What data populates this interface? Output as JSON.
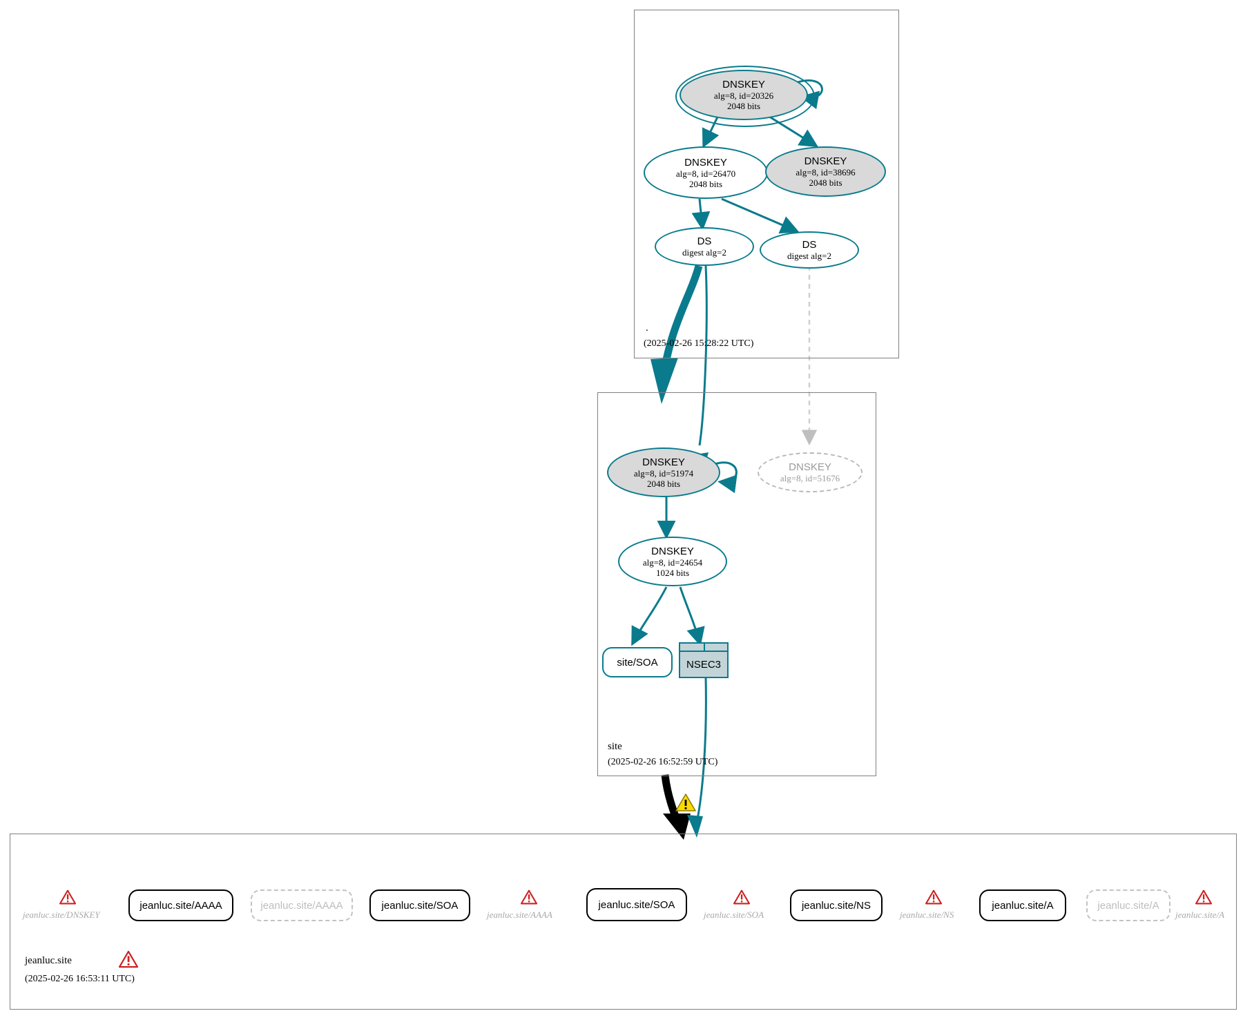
{
  "diagram": {
    "title": "DNSSEC authentication chain",
    "colors": {
      "teal": "#0a7b8c",
      "grey_fill": "#d9d9d9",
      "box_border": "#808080",
      "error_red": "#cc2222",
      "warn_yellow": "#ffd900",
      "muted": "#a8a8a8"
    }
  },
  "zones": [
    {
      "id": "root",
      "label": ".",
      "timestamp": "(2025-02-26 15:28:22 UTC)",
      "nodes": [
        {
          "id": "ksk20326",
          "kind": "dnskey",
          "title": "DNSKEY",
          "line2": "alg=8, id=20326",
          "line3": "2048 bits",
          "style": "double-ring filled",
          "self_signed": true
        },
        {
          "id": "zsk26470",
          "kind": "dnskey",
          "title": "DNSKEY",
          "line2": "alg=8, id=26470",
          "line3": "2048 bits",
          "style": "solid unfilled"
        },
        {
          "id": "key38696",
          "kind": "dnskey",
          "title": "DNSKEY",
          "line2": "alg=8, id=38696",
          "line3": "2048 bits",
          "style": "solid filled"
        },
        {
          "id": "ds_left",
          "kind": "ds",
          "title": "DS",
          "line2": "digest alg=2",
          "line3": "",
          "style": "solid unfilled"
        },
        {
          "id": "ds_right",
          "kind": "ds",
          "title": "DS",
          "line2": "digest alg=2",
          "line3": "",
          "style": "solid unfilled"
        }
      ]
    },
    {
      "id": "site",
      "label": "site",
      "timestamp": "(2025-02-26 16:52:59 UTC)",
      "nodes": [
        {
          "id": "ksk51974",
          "kind": "dnskey",
          "title": "DNSKEY",
          "line2": "alg=8, id=51974",
          "line3": "2048 bits",
          "style": "solid filled",
          "self_signed": true
        },
        {
          "id": "key51676",
          "kind": "dnskey",
          "title": "DNSKEY",
          "line2": "alg=8, id=51676",
          "line3": "",
          "style": "dashed greyed"
        },
        {
          "id": "zsk24654",
          "kind": "dnskey",
          "title": "DNSKEY",
          "line2": "alg=8, id=24654",
          "line3": "1024 bits",
          "style": "solid unfilled"
        },
        {
          "id": "site_soa",
          "kind": "rrset",
          "title": "site/SOA",
          "style": "rounded teal"
        },
        {
          "id": "site_nsec3",
          "kind": "nsec3",
          "title": "NSEC3",
          "style": "nsec3 box"
        }
      ]
    },
    {
      "id": "jeanluc",
      "label": "jeanluc.site",
      "timestamp": "(2025-02-26 16:53:11 UTC)",
      "status_icon": "warning-icon",
      "items": [
        {
          "id": "err_dnskey",
          "type": "error",
          "label": "jeanluc.site/DNSKEY",
          "icon": "error-icon"
        },
        {
          "id": "rr_aaaa_1",
          "type": "rrset",
          "label": "jeanluc.site/AAAA",
          "style": "solid"
        },
        {
          "id": "rr_aaaa_dashed",
          "type": "rrset",
          "label": "jeanluc.site/AAAA",
          "style": "dashed"
        },
        {
          "id": "rr_soa_1",
          "type": "rrset",
          "label": "jeanluc.site/SOA",
          "style": "solid"
        },
        {
          "id": "err_aaaa",
          "type": "error",
          "label": "jeanluc.site/AAAA",
          "icon": "error-icon"
        },
        {
          "id": "rr_soa_2",
          "type": "rrset",
          "label": "jeanluc.site/SOA",
          "style": "solid"
        },
        {
          "id": "err_soa",
          "type": "error",
          "label": "jeanluc.site/SOA",
          "icon": "error-icon"
        },
        {
          "id": "rr_ns",
          "type": "rrset",
          "label": "jeanluc.site/NS",
          "style": "solid"
        },
        {
          "id": "err_ns",
          "type": "error",
          "label": "jeanluc.site/NS",
          "icon": "error-icon"
        },
        {
          "id": "rr_a_1",
          "type": "rrset",
          "label": "jeanluc.site/A",
          "style": "solid"
        },
        {
          "id": "rr_a_dashed",
          "type": "rrset",
          "label": "jeanluc.site/A",
          "style": "dashed"
        },
        {
          "id": "err_a",
          "type": "error",
          "label": "jeanluc.site/A",
          "icon": "error-icon"
        }
      ]
    }
  ],
  "edges": [
    {
      "from": "ksk20326",
      "to": "ksk20326",
      "style": "self-loop teal"
    },
    {
      "from": "ksk20326",
      "to": "zsk26470",
      "style": "teal arrow"
    },
    {
      "from": "ksk20326",
      "to": "key38696",
      "style": "teal arrow"
    },
    {
      "from": "zsk26470",
      "to": "ds_left",
      "style": "teal arrow"
    },
    {
      "from": "zsk26470",
      "to": "ds_right",
      "style": "teal arrow"
    },
    {
      "from": "ds_left",
      "to": "site_zone",
      "style": "teal thick arrow"
    },
    {
      "from": "ds_right",
      "to": "key51676",
      "style": "grey dashed arrow"
    },
    {
      "from": "ds_left",
      "to": "ksk51974",
      "style": "teal arrow"
    },
    {
      "from": "ksk51974",
      "to": "ksk51974",
      "style": "self-loop teal"
    },
    {
      "from": "ksk51974",
      "to": "zsk24654",
      "style": "teal arrow"
    },
    {
      "from": "zsk24654",
      "to": "site_soa",
      "style": "teal arrow"
    },
    {
      "from": "zsk24654",
      "to": "site_nsec3",
      "style": "teal arrow"
    },
    {
      "from": "site_zone",
      "to": "jeanluc_zone",
      "style": "black thick arrow"
    },
    {
      "from": "site_nsec3",
      "to": "jeanluc_zone",
      "style": "teal arrow"
    }
  ]
}
